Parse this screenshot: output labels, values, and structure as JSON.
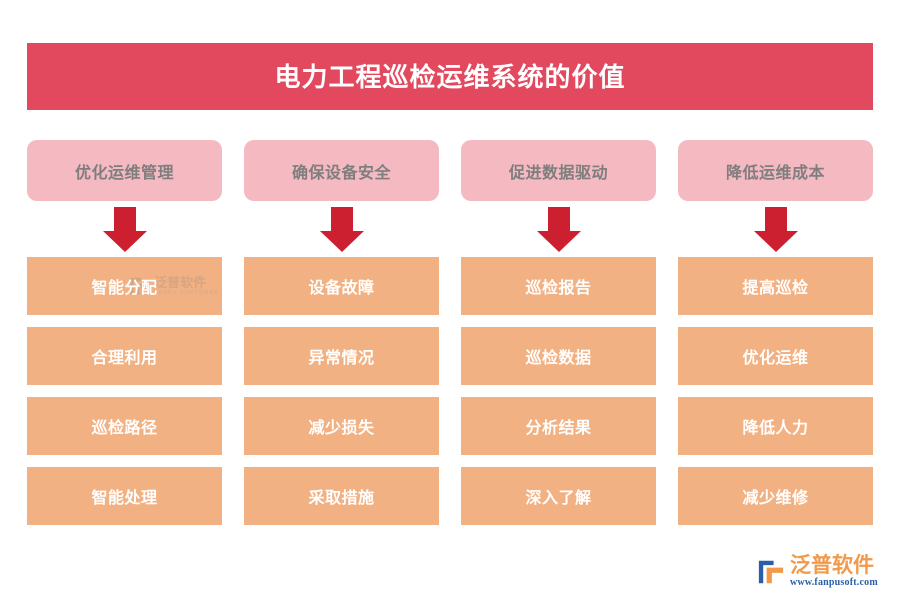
{
  "banner": {
    "title": "电力工程巡检运维系统的价值",
    "background_color": "#E2495E",
    "text_color": "#FFFFFF"
  },
  "colors": {
    "banner_red": "#E2495E",
    "header_pink": "#F4B9C1",
    "header_text_gray": "#7E7E7E",
    "item_orange": "#F2B183",
    "item_text_white": "#FFFFFF",
    "arrow_crimson": "#CC2031",
    "logo_orange": "#F2994A",
    "logo_blue": "#2B5EA8"
  },
  "columns": [
    {
      "header": "优化运维管理",
      "arrow_icon": "arrow-down-icon",
      "items": [
        "智能分配",
        "合理利用",
        "巡检路径",
        "智能处理"
      ]
    },
    {
      "header": "确保设备安全",
      "arrow_icon": "arrow-down-icon",
      "items": [
        "设备故障",
        "异常情况",
        "减少损失",
        "采取措施"
      ]
    },
    {
      "header": "促进数据驱动",
      "arrow_icon": "arrow-down-icon",
      "items": [
        "巡检报告",
        "巡检数据",
        "分析结果",
        "深入了解"
      ]
    },
    {
      "header": "降低运维成本",
      "arrow_icon": "arrow-down-icon",
      "items": [
        "提高巡检",
        "优化运维",
        "降低人力",
        "减少维修"
      ]
    }
  ],
  "watermark": {
    "icon": "fanpu-logo-icon",
    "name_cn": "泛普软件",
    "name_en": "FANPU SOFTWARE"
  },
  "logo": {
    "icon": "fanpu-logo-icon",
    "name_cn": "泛普软件",
    "url": "www.fanpusoft.com"
  }
}
